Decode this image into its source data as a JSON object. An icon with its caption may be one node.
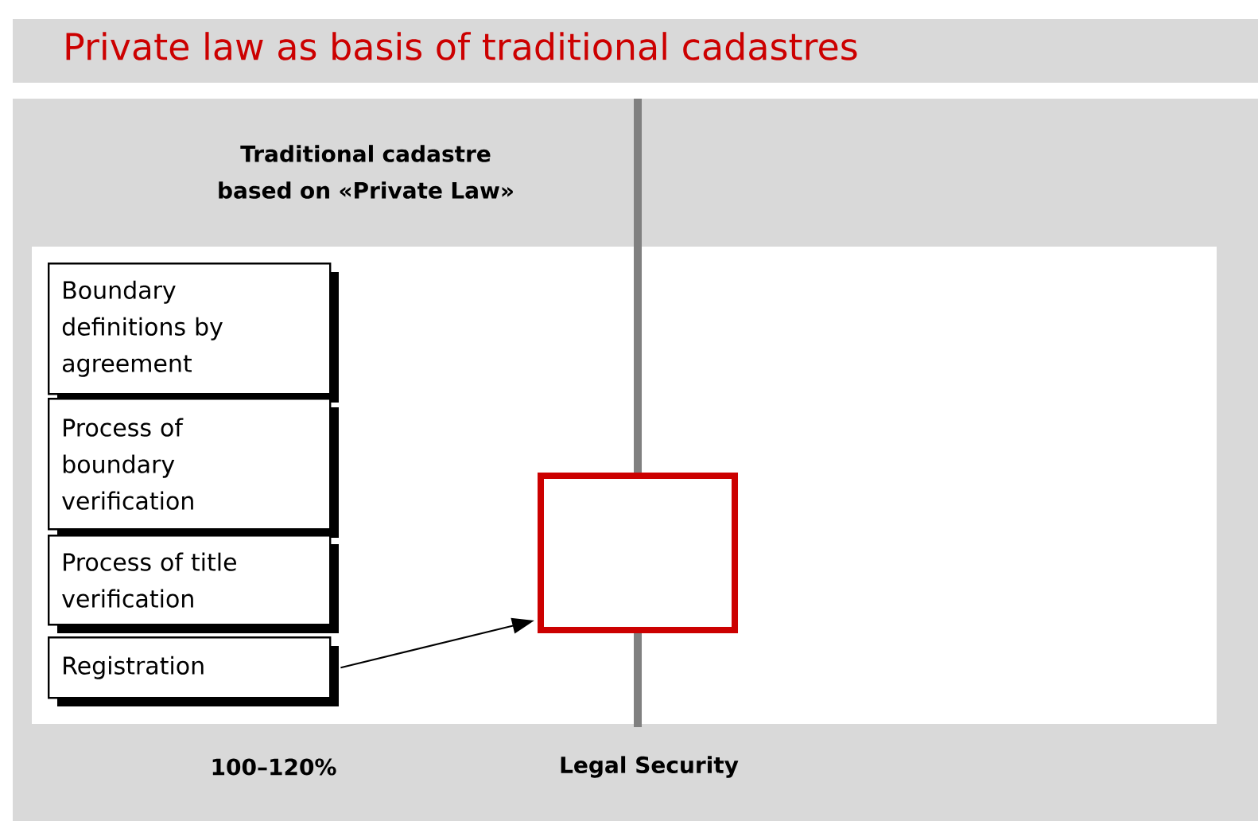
{
  "diagram": {
    "title": "Private law as basis of traditional cadastres",
    "nodes": [
      {
        "text": [
          "Boundary definitions by agreement"
        ]
      },
      {
        "text": [
          "Process of boundary verification"
        ]
      },
      {
        "text": [
          "Process of title verification"
        ]
      },
      {
        "text": [
          "Registration"
        ]
      },
      {
        "text": [],
        "shape": "box"
      }
    ],
    "edges": [
      {
        "from": 3,
        "to": 4,
        "arrow": "to"
      }
    ],
    "labels": [
      "Traditional cadastre based on «Private Law»",
      "100–120%",
      "Legal Security"
    ]
  }
}
